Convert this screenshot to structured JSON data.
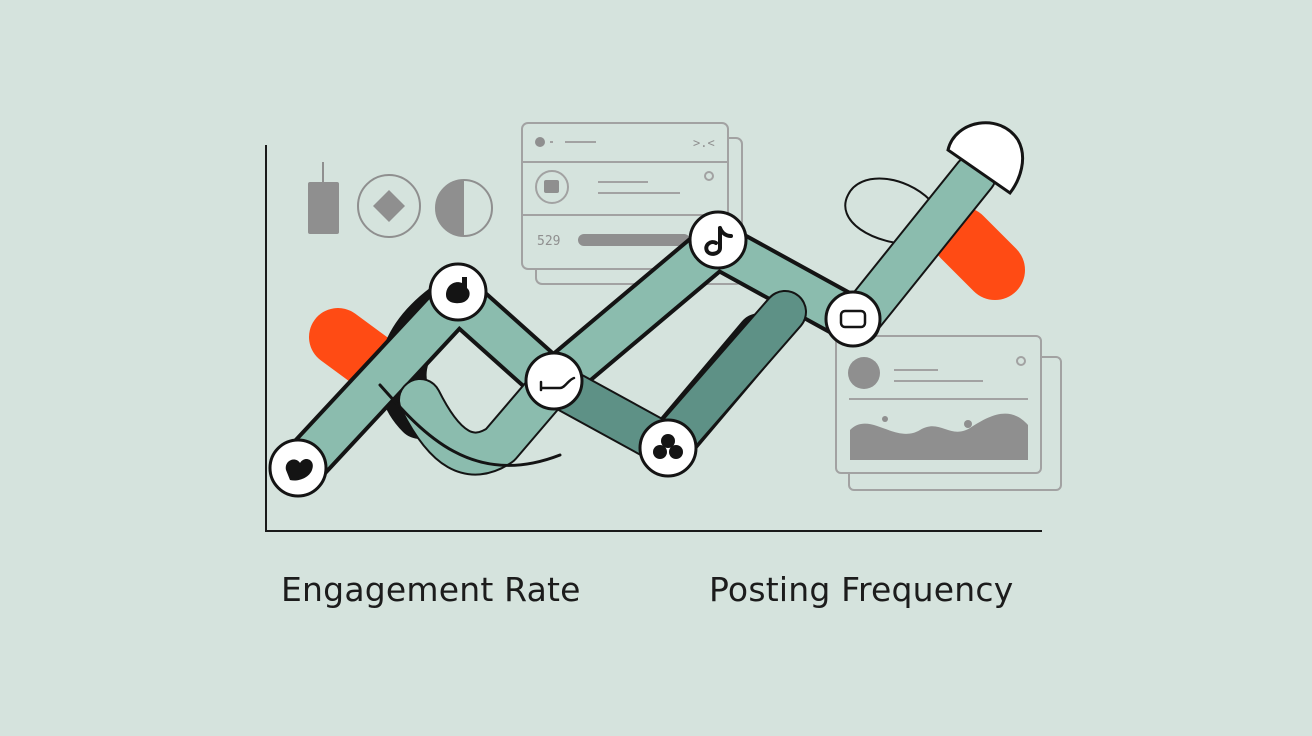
{
  "labels": {
    "left": "Engagement Rate",
    "right": "Posting Frequency"
  },
  "card_top": {
    "number": "529"
  },
  "colors": {
    "background": "#d5e3dd",
    "band_light": "#8bbcae",
    "band_dark": "#5e9186",
    "accent": "#ff4b14",
    "ink": "#141414",
    "ui_gray": "#8c8c8c"
  },
  "icons": [
    "heart-icon",
    "hand-icon",
    "trend-line-icon",
    "tiktok-icon",
    "paw-icon",
    "tv-icon"
  ]
}
